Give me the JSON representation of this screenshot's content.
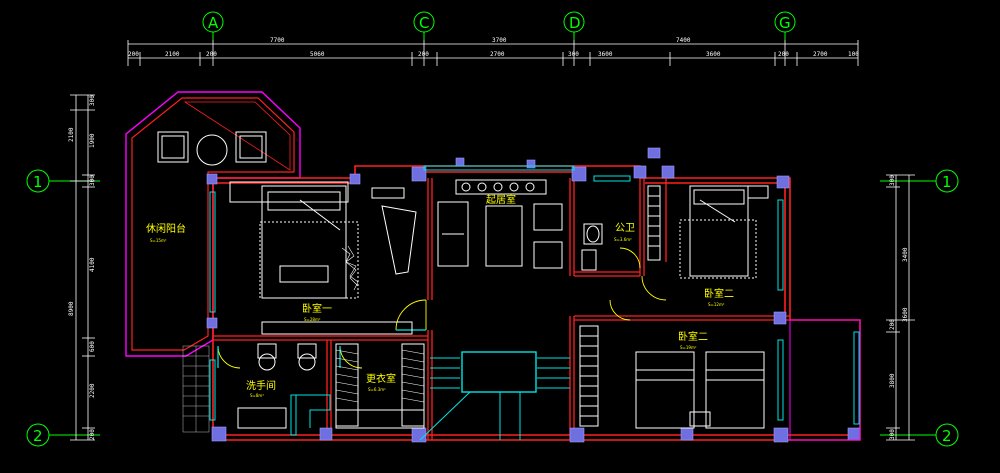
{
  "axes": {
    "columns": [
      "A",
      "C",
      "D",
      "G"
    ],
    "rows": [
      "1",
      "2"
    ]
  },
  "dimensions": {
    "top_overall": [
      "7700",
      "3700",
      "7400"
    ],
    "top_detail": [
      "200",
      "2100",
      "200",
      "5060",
      "200",
      "2700",
      "300",
      "3600",
      "3600",
      "200",
      "2700",
      "100"
    ],
    "left_detail": [
      "300",
      "2100",
      "1900",
      "300",
      "4100",
      "600",
      "2200",
      "200"
    ],
    "left_overall": "8900",
    "right_detail": [
      "300",
      "200",
      "3800",
      "300"
    ],
    "right_overall_top": "3400",
    "right_overall_bottom": "3600"
  },
  "rooms": {
    "leisure_balcony": {
      "name": "休闲阳台",
      "area": "S=15m²"
    },
    "living_room": {
      "name": "起居室"
    },
    "master_bedroom": {
      "name": "卧室一",
      "area": "S=28m²"
    },
    "bathroom": {
      "name": "洗手间",
      "area": "S=8m²"
    },
    "dressing_room": {
      "name": "更衣室",
      "area": "S=6.3m²"
    },
    "public_wc": {
      "name": "公卫",
      "area": "S=3.6m²"
    },
    "bedroom_two_upper": {
      "name": "卧室二",
      "area": "S=12m²"
    },
    "bedroom_two_lower": {
      "name": "卧室二",
      "area": "S=19m²"
    }
  },
  "colors": {
    "wall": "#ff2020",
    "column": "#6f6fe0",
    "furniture": "#ffffff",
    "window": "#00e5e5",
    "door": "#ffff00",
    "outline": "#ff00ff",
    "axis": "#00ff00",
    "text": "#ffff00"
  }
}
